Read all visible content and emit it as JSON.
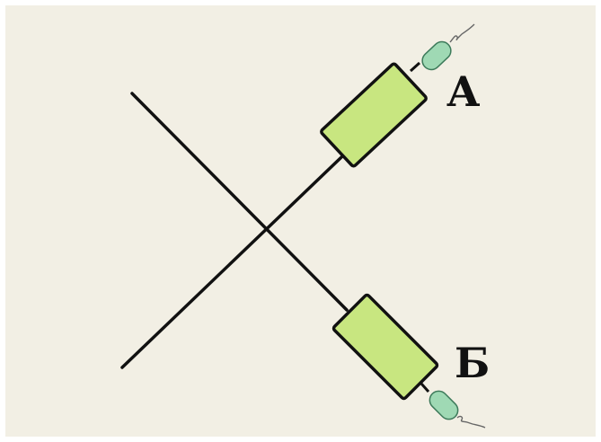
{
  "diagram": {
    "labels": {
      "a": "А",
      "b": "Б"
    },
    "colors": {
      "background": "#f2efe4",
      "line": "#111111",
      "cartridge": "#c8e680",
      "tip": "#9fd9b4",
      "outline": "#111111"
    },
    "elements": [
      "crossing-lines",
      "cartridge-a",
      "cartridge-b"
    ]
  }
}
